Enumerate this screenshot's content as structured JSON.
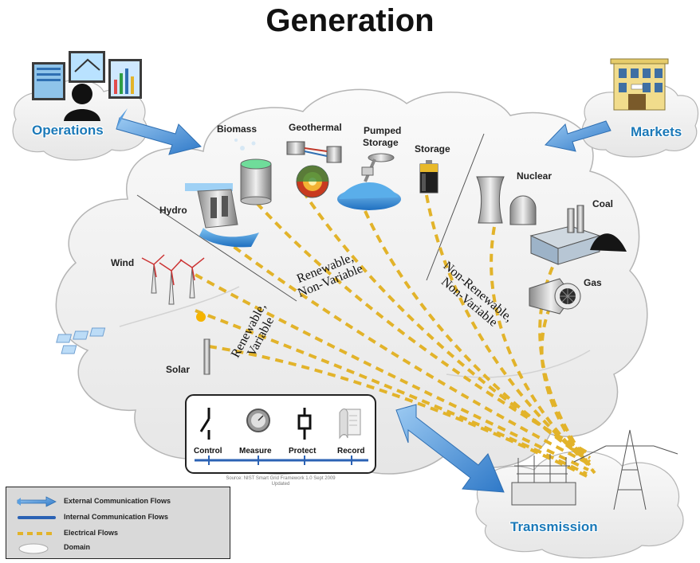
{
  "title": "Generation",
  "domains": {
    "operations": "Operations",
    "markets": "Markets",
    "transmission": "Transmission"
  },
  "sources": {
    "biomass": "Biomass",
    "geothermal": "Geothermal",
    "pumped_storage_line1": "Pumped",
    "pumped_storage_line2": "Storage",
    "storage": "Storage",
    "hydro": "Hydro",
    "wind": "Wind",
    "solar": "Solar",
    "nuclear": "Nuclear",
    "coal": "Coal",
    "gas": "Gas"
  },
  "categories": {
    "renewable_nonvariable_line1": "Renewable,",
    "renewable_nonvariable_line2": "Non-Variable",
    "renewable_variable_line1": "Renewable,",
    "renewable_variable_line2": "Variable",
    "nonrenewable_line1": "Non-Renewable,",
    "nonrenewable_line2": "Non-Variable"
  },
  "toolbox": {
    "control": "Control",
    "measure": "Measure",
    "protect": "Protect",
    "record": "Record"
  },
  "source_note_line1": "Source: NIST Smart Grid Framework 1.0 Sept 2009",
  "source_note_line2": "Updated",
  "legend": {
    "external": "External Communication Flows",
    "internal": "Internal Communication Flows",
    "electrical": "Electrical Flows",
    "domain": "Domain"
  },
  "colors": {
    "flow_arrow": "#4a93d6",
    "internal_line": "#2b62b4",
    "electrical_dash": "#e2b32a",
    "domain_label": "#1b79b8"
  }
}
